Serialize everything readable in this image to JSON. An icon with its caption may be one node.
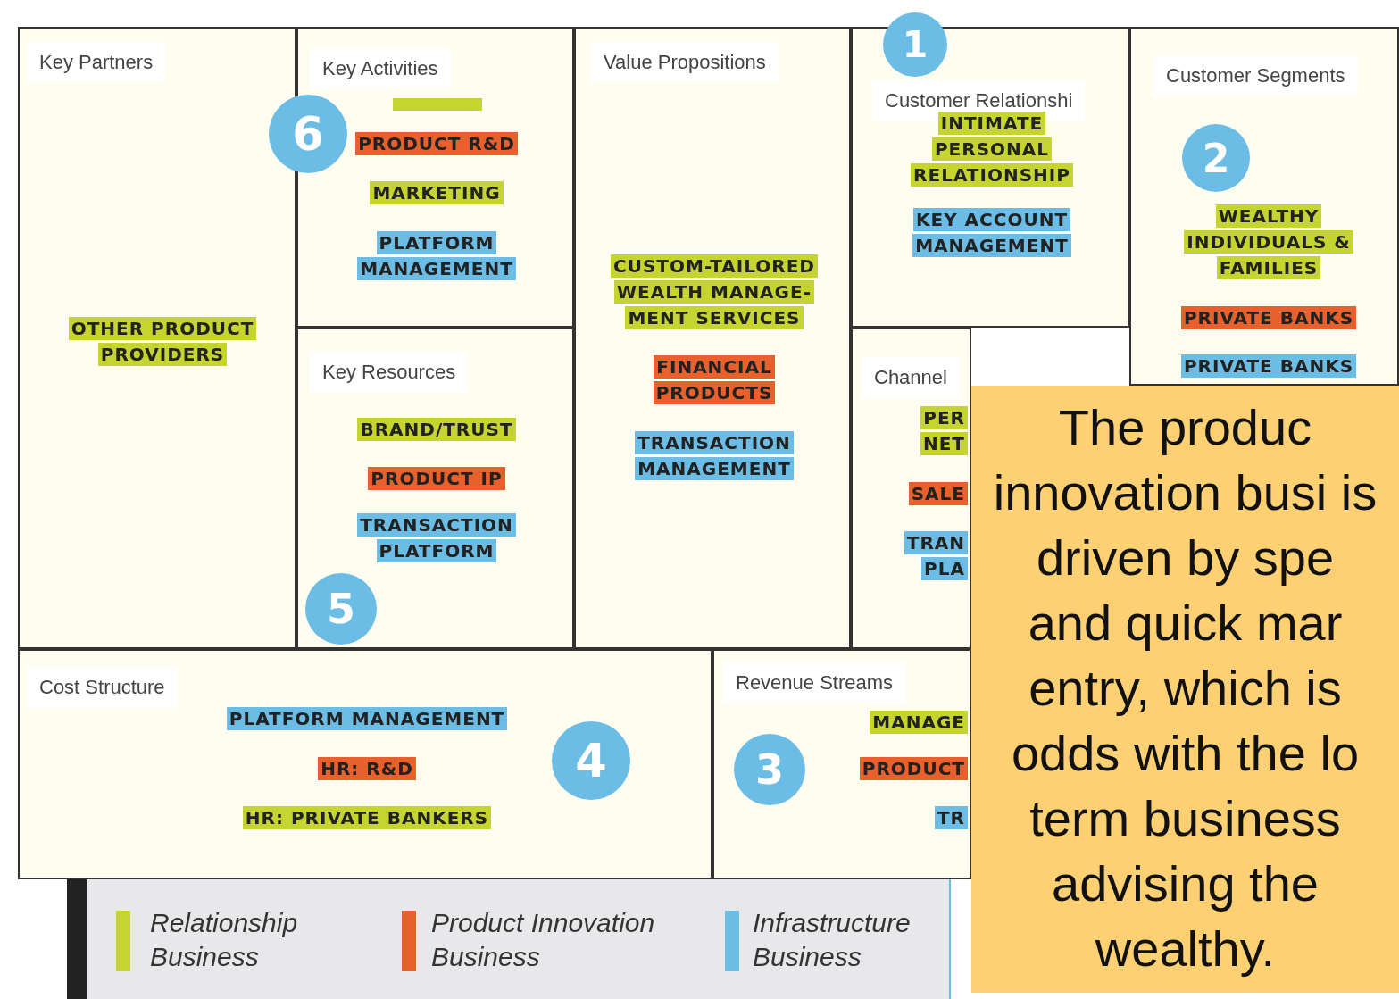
{
  "diagram": {
    "nodes": [
      {
        "text": [
          "Key Partners"
        ]
      },
      {
        "text": [
          "OTHER PRODUCT PROVIDERS"
        ],
        "in": 0
      },
      {
        "text": [
          "6"
        ]
      },
      {
        "text": [
          "Key Activities"
        ]
      },
      {
        "text": [],
        "shape": "bar",
        "in": 3
      },
      {
        "text": [
          "PRODUCT R&D"
        ],
        "in": 3
      },
      {
        "text": [
          "MARKETING"
        ],
        "in": 3
      },
      {
        "text": [
          "PLATFORM MANAGEMENT"
        ],
        "in": 3
      },
      {
        "text": [
          "Key Resources"
        ]
      },
      {
        "text": [
          "BRAND/TRUST"
        ],
        "in": 8
      },
      {
        "text": [
          "PRODUCT IP"
        ],
        "in": 8
      },
      {
        "text": [
          "TRANSACTION PLATFORM"
        ],
        "in": 8
      },
      {
        "text": [
          "5"
        ],
        "in": 8
      },
      {
        "text": [
          "Value Propositions"
        ]
      },
      {
        "text": [
          "CUSTOM-TAILORED WEALTH MANAGE- MENT SERVICES"
        ],
        "in": 13
      },
      {
        "text": [
          "FINANCIAL PRODUCTS"
        ],
        "in": 13
      },
      {
        "text": [
          "TRANSACTION MANAGEMENT"
        ],
        "in": 13
      },
      {
        "text": [
          "1"
        ]
      },
      {
        "text": [
          "Customer Relationshi"
        ]
      },
      {
        "text": [
          "INTIMATE PERSONAL RELATIONSHIP"
        ],
        "in": 18
      },
      {
        "text": [
          "KEY ACCOUNT MANAGEMENT"
        ],
        "in": 18
      },
      {
        "text": [
          "Channel"
        ]
      },
      {
        "text": [
          "PER NET"
        ],
        "in": 21
      },
      {
        "text": [
          "SALE"
        ],
        "in": 21
      },
      {
        "text": [
          "TRAN PLA"
        ],
        "in": 21
      },
      {
        "text": [
          "Customer Segments"
        ]
      },
      {
        "text": [
          "2"
        ],
        "in": 25
      },
      {
        "text": [
          "WEALTHY INDIVIDUALS & FAMILIES"
        ],
        "in": 25
      },
      {
        "text": [
          "PRIVATE BANKS"
        ],
        "in": 25
      },
      {
        "text": [
          "PRIVATE BANKS"
        ],
        "in": 25
      },
      {
        "text": [
          "Cost Structure"
        ]
      },
      {
        "text": [
          "PLATFORM MANAGEMENT"
        ],
        "in": 30
      },
      {
        "text": [
          "4"
        ],
        "in": 30
      },
      {
        "text": [
          "HR: R&D"
        ],
        "in": 30
      },
      {
        "text": [
          "HR: PRIVATE BANKERS"
        ],
        "in": 30
      },
      {
        "text": [
          "Revenue Streams"
        ]
      },
      {
        "text": [
          "3"
        ],
        "in": 35
      },
      {
        "text": [
          "MANAGE"
        ],
        "in": 35
      },
      {
        "text": [
          "PRODUCT"
        ],
        "in": 35
      },
      {
        "text": [
          "TR"
        ],
        "in": 35
      },
      {
        "text": [
          "The produc innovation busi is driven by spe and quick mar entry, which is odds with the lo term business advising the wealthy."
        ]
      }
    ],
    "edges": [],
    "legend": [
      {
        "text": "Relationship Business",
        "color": "#c5d42e"
      },
      {
        "text": "Product Innovation Business",
        "color": "#e8602c"
      },
      {
        "text": "Infrastructure Business",
        "color": "#6bbde6"
      }
    ]
  }
}
